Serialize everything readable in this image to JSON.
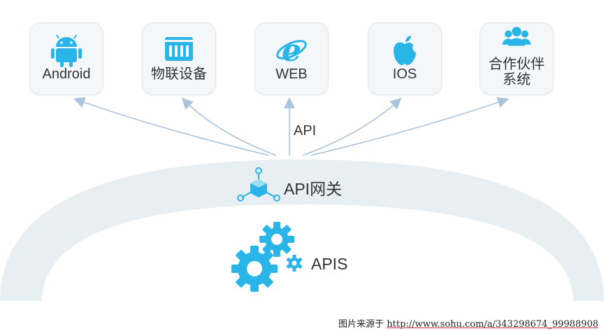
{
  "clients": [
    {
      "name": "android",
      "label": "Android"
    },
    {
      "name": "iot-device",
      "label": "物联设备"
    },
    {
      "name": "web",
      "label": "WEB"
    },
    {
      "name": "ios",
      "label": "IOS"
    },
    {
      "name": "partner-system",
      "label_lines": [
        "合作伙伴",
        "系统"
      ]
    }
  ],
  "api_label": "API",
  "gateway": {
    "label": "API网关"
  },
  "apis": {
    "label": "APIS"
  },
  "credit": {
    "prefix": "图片来源于 ",
    "url": "http://www.sohu.com/a/343298674_99988908"
  },
  "colors": {
    "accent": "#29b5e8",
    "arc": "#e8eff3",
    "arrow": "#a9c4dc",
    "card": "#f4f7f9"
  },
  "icons": [
    "android-icon",
    "iot-chip-icon",
    "ie-browser-icon",
    "apple-icon",
    "people-group-icon",
    "gateway-cube-icon",
    "gears-icon"
  ]
}
